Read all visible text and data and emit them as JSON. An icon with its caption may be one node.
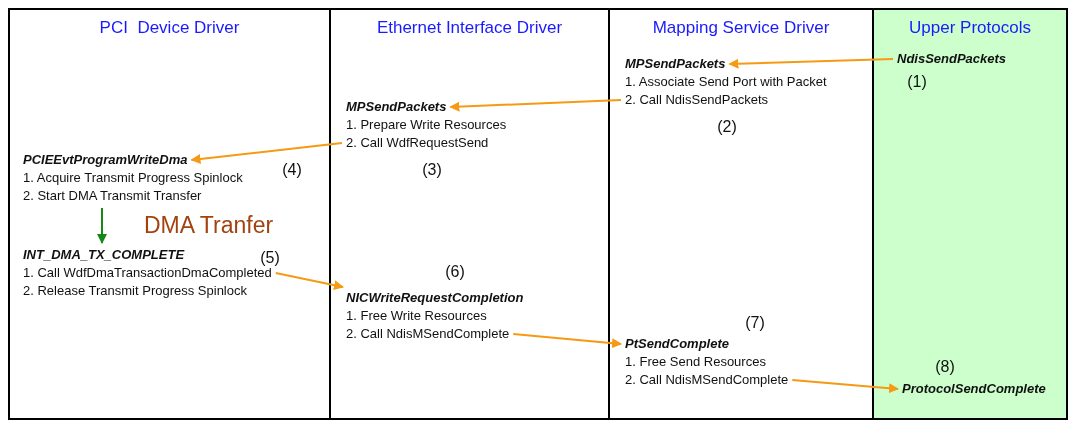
{
  "diagram": {
    "nodes": [
      {
        "text": [
          "PCI  Device Driver"
        ]
      },
      {
        "text": [
          "Ethernet Interface Driver"
        ]
      },
      {
        "text": [
          "Mapping Service Driver"
        ]
      },
      {
        "text": [
          "Upper Protocols"
        ]
      },
      {
        "text": [
          "NdisSendPackets"
        ],
        "in": 3,
        "beside": [
          "(1)"
        ]
      },
      {
        "text": [
          "MPSendPackets",
          "1. Associate Send Port with Packet",
          "2. Call NdisSendPackets"
        ],
        "in": 2,
        "beside": [
          "(2)"
        ]
      },
      {
        "text": [
          "MPSendPackets",
          "1. Prepare Write Resources",
          "2. Call WdfRequestSend"
        ],
        "in": 1,
        "beside": [
          "(3)"
        ]
      },
      {
        "text": [
          "PCIEEvtProgramWriteDma",
          "1. Acquire Transmit Progress Spinlock",
          "2. Start DMA Transmit Transfer"
        ],
        "in": 0,
        "beside": [
          "(4)"
        ]
      },
      {
        "text": [
          "INT_DMA_TX_COMPLETE",
          "1. Call WdfDmaTransactionDmaCompleted",
          "2. Release Transmit Progress Spinlock"
        ],
        "in": 0,
        "beside": [
          "(5)"
        ]
      },
      {
        "text": [
          "NICWriteRequestCompletion",
          "1. Free Write Resources",
          "2. Call NdisMSendComplete"
        ],
        "in": 1,
        "beside": [
          "(6)"
        ]
      },
      {
        "text": [
          "PtSendComplete",
          "1. Free Send Resources",
          "2. Call NdisMSendComplete"
        ],
        "in": 2,
        "beside": [
          "(7)"
        ]
      },
      {
        "text": [
          "ProtocolSendComplete"
        ],
        "in": 3,
        "beside": [
          "(8)"
        ]
      }
    ],
    "edges": [
      {
        "from": 4,
        "to": 5,
        "arrow": "to"
      },
      {
        "from": 5,
        "to": 6,
        "arrow": "to"
      },
      {
        "from": 6,
        "to": 7,
        "arrow": "to"
      },
      {
        "from": 7,
        "to": 8,
        "arrow": "to",
        "label": "DMA Tranfer",
        "color": "#138a13"
      },
      {
        "from": 8,
        "to": 9,
        "arrow": "to"
      },
      {
        "from": 9,
        "to": 10,
        "arrow": "to"
      },
      {
        "from": 10,
        "to": 11,
        "arrow": "to"
      }
    ]
  }
}
